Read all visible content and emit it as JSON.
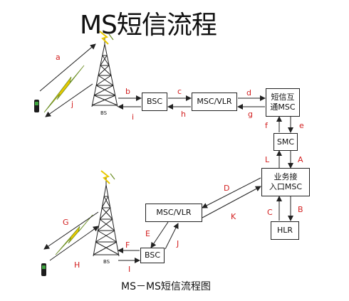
{
  "title": "MS短信流程",
  "caption": "MS－MS短信流程图",
  "nodes": {
    "bsc_top": "BSC",
    "msc_vlr_top": "MSC/VLR",
    "sms_gmsc": [
      "短信互",
      "通MSC"
    ],
    "smc": "SMC",
    "sms_iwmsc": [
      "业务接",
      "入口MSC"
    ],
    "hlr": "HLR",
    "msc_vlr_bottom": "MSC/VLR",
    "bsc_bottom": "BSC",
    "bs_top": "BS",
    "bs_bottom": "BS"
  },
  "labels": {
    "a": "a",
    "b": "b",
    "c": "c",
    "d": "d",
    "e": "e",
    "f": "f",
    "g": "g",
    "h": "h",
    "i": "i",
    "j": "j",
    "A": "A",
    "B": "B",
    "C": "C",
    "D": "D",
    "E": "E",
    "F": "F",
    "G": "G",
    "H": "H",
    "I": "I",
    "J": "J",
    "K": "K",
    "L": "L"
  },
  "colors": {
    "line": "#222222",
    "label_red": "#d21f1f",
    "lightning": "#e8c800",
    "lightning_stroke": "#6b8e23"
  }
}
